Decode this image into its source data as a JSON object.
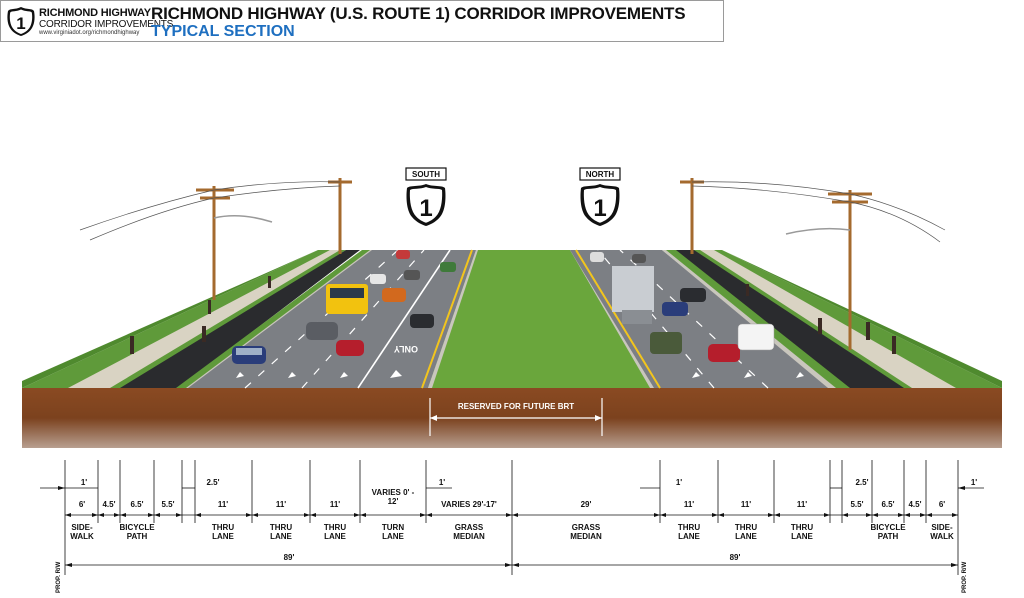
{
  "header": {
    "logo_line1": "RICHMOND HIGHWAY",
    "logo_line2": "CORRIDOR IMPROVEMENTS",
    "logo_url": "www.virginiadot.org/richmondhighway",
    "logo_shield_number": "1",
    "title": "RICHMOND HIGHWAY (U.S. ROUTE 1) CORRIDOR IMPROVEMENTS",
    "subtitle": "TYPICAL SECTION"
  },
  "scene": {
    "south_sign": {
      "direction": "SOUTH",
      "route": "1"
    },
    "north_sign": {
      "direction": "NORTH",
      "route": "1"
    },
    "pavement_marking": "ONLY",
    "brt_label": "RESERVED FOR FUTURE BRT",
    "colors": {
      "grass": "#5f9a3a",
      "median": "#6aa63c",
      "asphalt": "#7c7f84",
      "bike_path": "#2a2b2e",
      "sidewalk": "#d9d3c3",
      "soil": "#8a4a22",
      "accent": "#1e6fc0"
    }
  },
  "dimensions": {
    "small": [
      {
        "id": "s1",
        "text": "1'"
      },
      {
        "id": "s2",
        "text": "2.5'"
      },
      {
        "id": "s3",
        "text": "1'"
      },
      {
        "id": "s4",
        "text": "1'"
      },
      {
        "id": "s5",
        "text": "2.5'"
      },
      {
        "id": "s6",
        "text": "1'"
      }
    ],
    "widths": [
      {
        "id": "w1",
        "text": "6'"
      },
      {
        "id": "w2",
        "text": "4.5'"
      },
      {
        "id": "w3",
        "text": "6.5'"
      },
      {
        "id": "w4",
        "text": "5.5'"
      },
      {
        "id": "w5",
        "text": "11'"
      },
      {
        "id": "w6",
        "text": "11'"
      },
      {
        "id": "w7",
        "text": "11'"
      },
      {
        "id": "w8",
        "text": "VARIES 0' - 12'"
      },
      {
        "id": "w9",
        "text": "VARIES 29'-17'"
      },
      {
        "id": "w10",
        "text": "29'"
      },
      {
        "id": "w11",
        "text": "11'"
      },
      {
        "id": "w12",
        "text": "11'"
      },
      {
        "id": "w13",
        "text": "11'"
      },
      {
        "id": "w14",
        "text": "5.5'"
      },
      {
        "id": "w15",
        "text": "6.5'"
      },
      {
        "id": "w16",
        "text": "4.5'"
      },
      {
        "id": "w17",
        "text": "6'"
      }
    ],
    "elements": [
      {
        "id": "e1",
        "text": "SIDE-\nWALK"
      },
      {
        "id": "e2",
        "text": "BICYCLE\nPATH"
      },
      {
        "id": "e3",
        "text": "THRU\nLANE"
      },
      {
        "id": "e4",
        "text": "THRU\nLANE"
      },
      {
        "id": "e5",
        "text": "THRU\nLANE"
      },
      {
        "id": "e6",
        "text": "TURN\nLANE"
      },
      {
        "id": "e7",
        "text": "GRASS\nMEDIAN"
      },
      {
        "id": "e8",
        "text": "GRASS\nMEDIAN"
      },
      {
        "id": "e9",
        "text": "THRU\nLANE"
      },
      {
        "id": "e10",
        "text": "THRU\nLANE"
      },
      {
        "id": "e11",
        "text": "THRU\nLANE"
      },
      {
        "id": "e12",
        "text": "BICYCLE\nPATH"
      },
      {
        "id": "e13",
        "text": "SIDE-\nWALK"
      }
    ],
    "totals": {
      "left": "89'",
      "right": "89'"
    },
    "row_left": "PROP. R/W",
    "row_right": "PROP. R/W"
  }
}
